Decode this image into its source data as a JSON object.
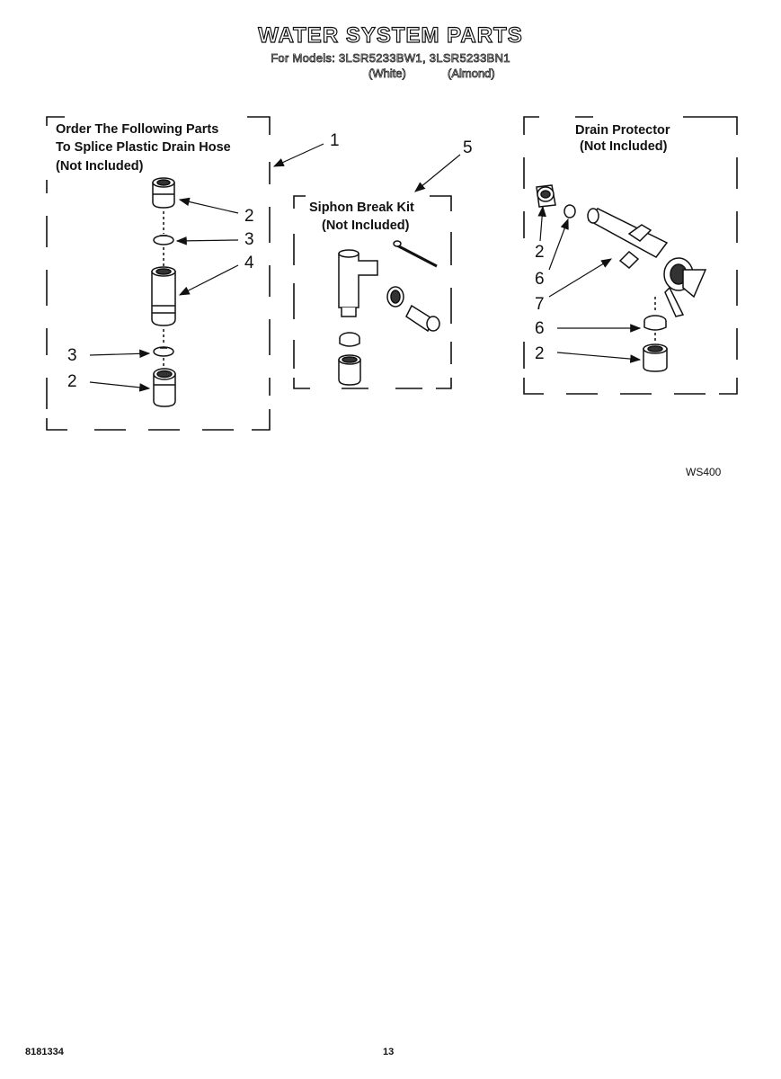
{
  "header": {
    "title": "WATER SYSTEM PARTS",
    "models_line": "For Models: 3LSR5233BW1, 3LSR5233BN1",
    "color_white": "(White)",
    "color_almond": "(Almond)"
  },
  "boxes": {
    "splice": {
      "line1": "Order The Following Parts",
      "line2": "To Splice Plastic Drain Hose",
      "line3": "(Not Included)"
    },
    "siphon": {
      "line1": "Siphon Break Kit",
      "line2": "(Not Included)"
    },
    "drain": {
      "line1": "Drain Protector",
      "line2": "(Not Included)"
    }
  },
  "callouts": {
    "c1": "1",
    "c2a": "2",
    "c3a": "3",
    "c4": "4",
    "c3b": "3",
    "c2b": "2",
    "c5": "5",
    "d2a": "2",
    "d6a": "6",
    "d7": "7",
    "d6b": "6",
    "d2b": "2"
  },
  "figure_code": "WS400",
  "footer": {
    "part_number": "8181334",
    "page_number": "13"
  }
}
